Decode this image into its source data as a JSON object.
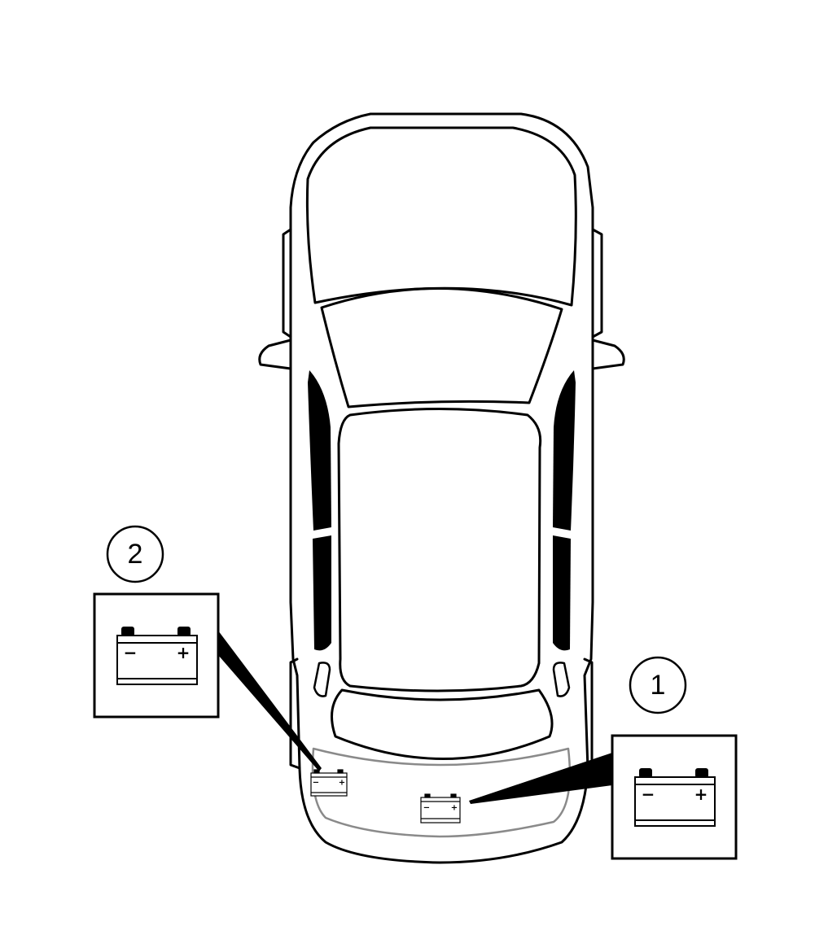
{
  "callouts": [
    {
      "number": "1",
      "terminals": {
        "negative": "−",
        "positive": "+"
      }
    },
    {
      "number": "2",
      "terminals": {
        "negative": "−",
        "positive": "+"
      }
    }
  ],
  "colors": {
    "line": "#000000",
    "trunk_outline": "#8a8a8a",
    "background": "#ffffff"
  },
  "icons": [
    "car-top-view",
    "battery-icon",
    "leader-line"
  ]
}
